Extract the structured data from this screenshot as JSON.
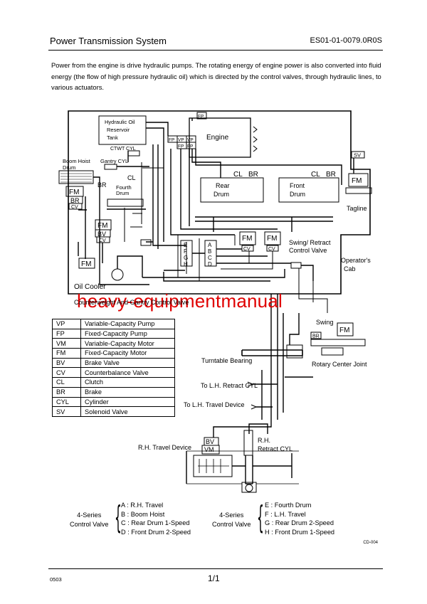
{
  "header": {
    "title": "Power Transmission System",
    "code": "ES01-01-0079.0R0S"
  },
  "intro": "Power from the engine is drive hydraulic pumps. The rotating energy of engine power is also converted into fluid energy (the flow of high pressure hydraulic oil) which is directed by the control valves, through hydraulic lines, to various actuators.",
  "diagram_labels": {
    "hydraulic_tank": [
      "Hydraulic Oil",
      "Reservoir",
      "Tank"
    ],
    "engine": "Engine",
    "fp_top": "FP",
    "fp": "FP",
    "vp": "VP",
    "ctwt_cyl": "CTWT CYL",
    "gantry_cyl": "Gantry CYL",
    "boom_hoist_drum": [
      "Boom Hoist",
      "Drum"
    ],
    "fourth_drum": [
      "Fourth",
      "Drum"
    ],
    "fm": "FM",
    "br": "BR",
    "cv": "CV",
    "bv": "BV",
    "cl": "CL",
    "rear_drum": [
      "Rear",
      "Drum"
    ],
    "front_drum": [
      "Front",
      "Drum"
    ],
    "sv": "SV",
    "tagline": "Tagline",
    "swing_retract_cv": [
      "Swing/ Retract",
      "Control Valve"
    ],
    "operators_cab": [
      "Operator's",
      "Cab"
    ],
    "oil_cooler": "Oil Cooler",
    "series_letters": [
      "A",
      "B",
      "C",
      "D",
      "E",
      "F",
      "G",
      "H"
    ],
    "ctwt_gantry_cv": "Counterweight And Gantry Control Valve",
    "swing": "Swing",
    "turntable_bearing": "Turntable Bearing",
    "rotary_center_joint": "Rotary Center Joint",
    "lh_retract_cyl": "To L.H. Retract CYL",
    "lh_travel_device": "To L.H. Travel Device",
    "rh_travel_device": "R.H. Travel Device",
    "vm": "VM",
    "rh_retract_cyl": [
      "R.H.",
      "Retract CYL"
    ]
  },
  "watermark": "heavy-equipmentmanual",
  "legend": [
    {
      "abbr": "VP",
      "name": "Variable-Capacity Pump"
    },
    {
      "abbr": "FP",
      "name": "Fixed-Capacity Pump"
    },
    {
      "abbr": "VM",
      "name": "Variable-Capacity Motor"
    },
    {
      "abbr": "FM",
      "name": "Fixed-Capacity Motor"
    },
    {
      "abbr": "BV",
      "name": "Brake Valve"
    },
    {
      "abbr": "CV",
      "name": "Counterbalance Valve"
    },
    {
      "abbr": "CL",
      "name": "Clutch"
    },
    {
      "abbr": "BR",
      "name": "Brake"
    },
    {
      "abbr": "CYL",
      "name": "Cylinder"
    },
    {
      "abbr": "SV",
      "name": "Solenoid Valve"
    }
  ],
  "control_valves": [
    {
      "label": [
        "4-Series",
        "Control Valve"
      ],
      "items": [
        "A : R.H. Travel",
        "B : Boom Hoist",
        "C : Rear Drum 1-Speed",
        "D : Front Drum 2-Speed"
      ]
    },
    {
      "label": [
        "4-Series",
        "Control Valve"
      ],
      "items": [
        "E : Fourth Drum",
        "F : L.H. Travel",
        "G : Rear Drum 2-Speed",
        "H : Front Drum 1-Speed"
      ]
    }
  ],
  "reference": "CD-004",
  "footer": {
    "left": "0503",
    "page": "1/1"
  }
}
